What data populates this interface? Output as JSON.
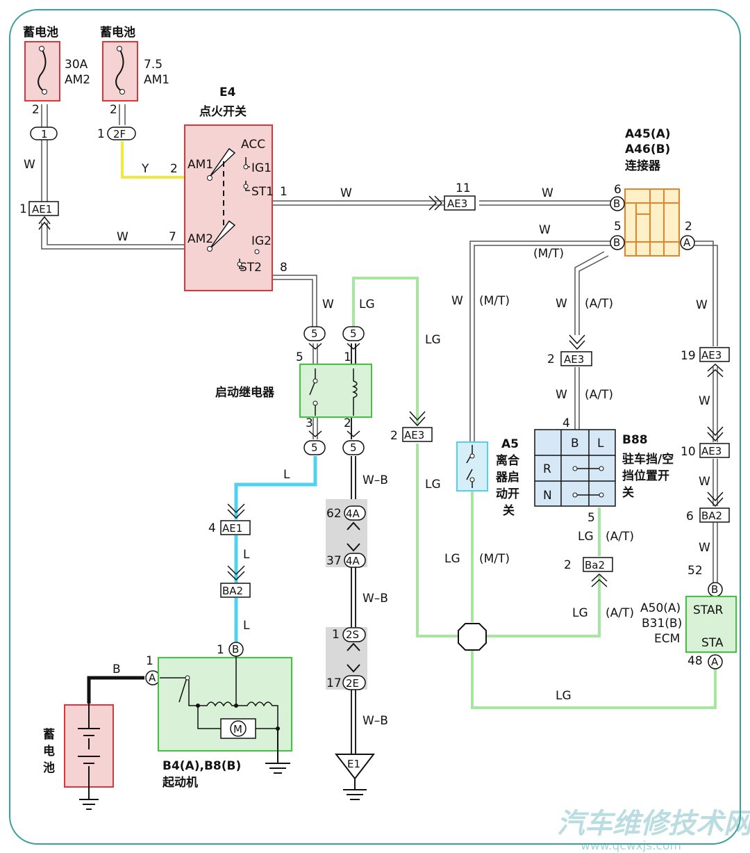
{
  "colors": {
    "frame": "#3aa09a",
    "red_fill": "#f6d3d3",
    "red_stroke": "#d6383e",
    "green_fill": "#d9f1d6",
    "green_stroke": "#3ac73a",
    "blue_fill": "#d6e7f6",
    "orange_stroke": "#e8822a",
    "orange_fill": "#fff0c8",
    "wire_lg": "#a6e6a0",
    "wire_l": "#4fd2ee",
    "wire_y": "#f2ea3a"
  },
  "components": {
    "battery_top1": {
      "title": "蓄电池",
      "fuse": "30A\nAM2",
      "fuse_l1": "30A",
      "fuse_l2": "AM2"
    },
    "battery_top2": {
      "title": "蓄电池",
      "fuse_l1": "7.5",
      "fuse_l2": "AM1"
    },
    "ignition": {
      "code": "E4",
      "name": "点火开关",
      "acc": "ACC",
      "ig1": "IG1",
      "st1": "ST1",
      "am1": "AM1",
      "am2": "AM2",
      "ig2": "IG2",
      "st2": "ST2"
    },
    "connector_a45": {
      "l1": "A45(A)",
      "l2": "A46(B)",
      "l3": "连接器"
    },
    "relay": {
      "name": "启动继电器"
    },
    "clutch": {
      "code": "A5",
      "l1": "离合",
      "l2": "器启",
      "l3": "动开",
      "l4": "关"
    },
    "b88": {
      "code": "B88",
      "l1": "驻车挡/空",
      "l2": "挡位置开",
      "l3": "关",
      "B": "B",
      "L": "L",
      "R": "R",
      "N": "N"
    },
    "ecm": {
      "l1": "A50(A)",
      "l2": "B31(B)",
      "l3": "ECM",
      "star": "STAR",
      "sta": "STA"
    },
    "starter": {
      "l1": "B4(A),B8(B)",
      "l2": "起动机",
      "motor": "M"
    },
    "battery_main": {
      "l1": "蓄",
      "l2": "电",
      "l3": "池"
    },
    "ground_e1": "E1"
  },
  "connectors": {
    "c1": "1",
    "c2f": "2F",
    "ae1": "AE1",
    "ae3": "AE3",
    "ba2": "BA2",
    "ba2b": "Ba2",
    "c5": "5",
    "c4a": "4A",
    "c2s": "2S",
    "c2e": "2E",
    "cB": "B",
    "cA": "A"
  },
  "wires": {
    "W": "W",
    "Y": "Y",
    "LG": "LG",
    "L": "L",
    "B": "B",
    "WB": "W–B",
    "MT": "(M/T)",
    "AT": "(A/T)"
  },
  "pins": {
    "p2": "2",
    "p1": "1",
    "p7": "7",
    "p8": "8",
    "p11": "11",
    "p6": "6",
    "p5": "5",
    "p3": "3",
    "p4": "4",
    "p62": "62",
    "p37": "37",
    "p17": "17",
    "p19": "19",
    "p10": "10",
    "p52": "52",
    "p48": "48"
  },
  "watermark": {
    "text": "汽车维修技术网",
    "url": "www.qcwxjs.com"
  }
}
